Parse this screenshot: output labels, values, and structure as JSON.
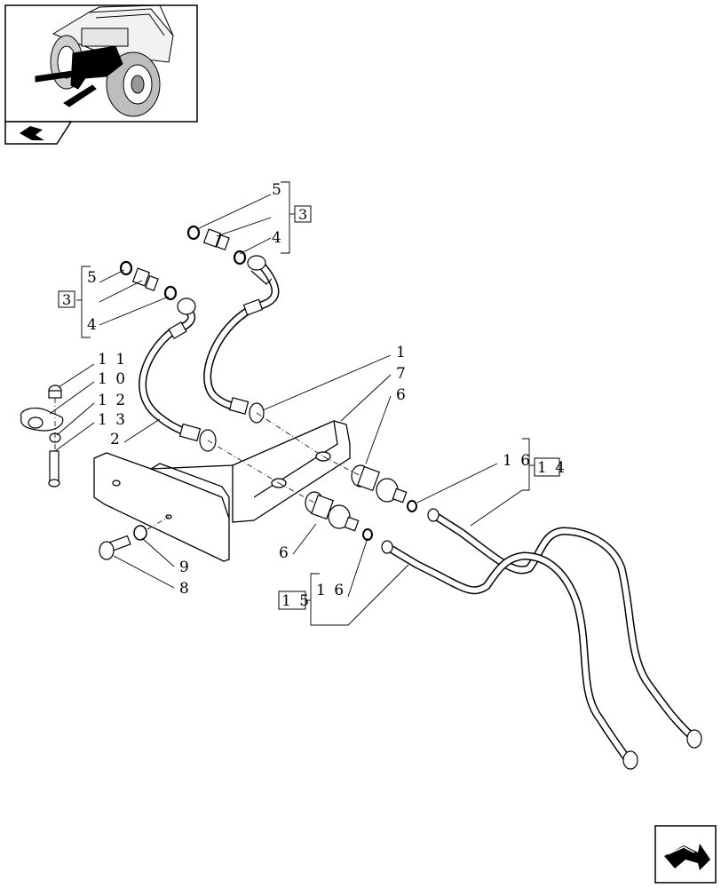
{
  "thumbnail": {
    "icon": "tractor-location-thumbnail"
  },
  "nav": {
    "prev_icon": "page-back-arrow-icon",
    "next_icon": "page-next-arrow-icon"
  },
  "labels": {
    "l5a": "5",
    "l3a": "3",
    "l4a": "4",
    "l5b": "5",
    "l3b": "3",
    "l4b": "4",
    "l11": "1 1",
    "l10": "1 0",
    "l12": "1 2",
    "l13": "1 3",
    "l2": "2",
    "l1": "1",
    "l7": "7",
    "l6a": "6",
    "l6b": "6",
    "l16a": "1 6",
    "l14": "1 4",
    "l15": "1 5",
    "l16b": "1 6",
    "l9": "9",
    "l8": "8"
  }
}
